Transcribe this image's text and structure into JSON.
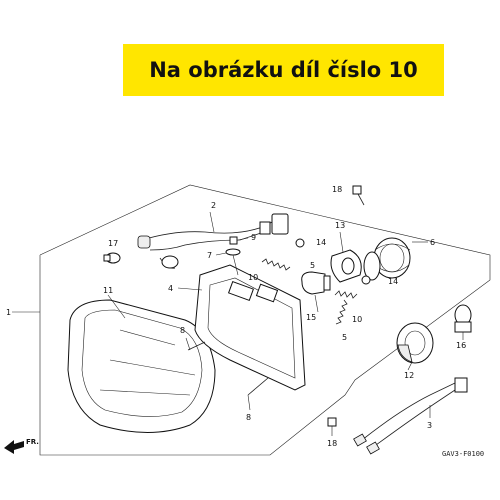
{
  "banner": {
    "text": "Na obrázku díl číslo 10",
    "color": "#ffe600"
  },
  "callouts": [
    {
      "id": "c1",
      "text": "1"
    },
    {
      "id": "c2",
      "text": "2"
    },
    {
      "id": "c3",
      "text": "3"
    },
    {
      "id": "c4",
      "text": "4"
    },
    {
      "id": "c5a",
      "text": "5"
    },
    {
      "id": "c5b",
      "text": "5"
    },
    {
      "id": "c6",
      "text": "6"
    },
    {
      "id": "c7",
      "text": "7"
    },
    {
      "id": "c8a",
      "text": "8"
    },
    {
      "id": "c8b",
      "text": "8"
    },
    {
      "id": "c9",
      "text": "9"
    },
    {
      "id": "c10a",
      "text": "10"
    },
    {
      "id": "c10b",
      "text": "10"
    },
    {
      "id": "c11",
      "text": "11"
    },
    {
      "id": "c12",
      "text": "12"
    },
    {
      "id": "c13",
      "text": "13"
    },
    {
      "id": "c14a",
      "text": "14"
    },
    {
      "id": "c14b",
      "text": "14"
    },
    {
      "id": "c15",
      "text": "15"
    },
    {
      "id": "c16",
      "text": "16"
    },
    {
      "id": "c17",
      "text": "17"
    },
    {
      "id": "c18a",
      "text": "18"
    },
    {
      "id": "c18b",
      "text": "18"
    }
  ],
  "front_label": "FR.",
  "diagram_code": "GAV3-F0100"
}
